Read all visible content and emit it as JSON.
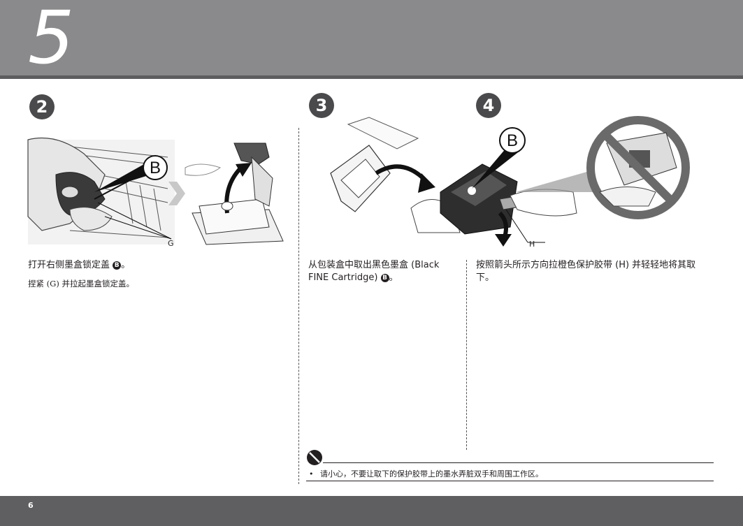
{
  "header": {
    "step_number": "5"
  },
  "steps": [
    {
      "badge": "2"
    },
    {
      "badge": "3"
    },
    {
      "badge": "4"
    }
  ],
  "illustration_labels": {
    "callout_b": "B",
    "label_g": "G",
    "label_h": "H"
  },
  "step2": {
    "text_main": "打开右侧墨盒锁定盖",
    "text_serif": "捏紧 (G) 并拉起墨盒锁定盖。"
  },
  "step3": {
    "text_line1": "从包装盒中取出黑色墨盒 (Black",
    "text_line2": "FINE Cartridge)"
  },
  "step4": {
    "text_line1": "按照箭头所示方向拉橙色保护胶带 (H) 并轻轻地将其取",
    "text_line2": "下。"
  },
  "circled_b": "B",
  "period": "。",
  "note": {
    "bullet": "•",
    "text": "请小心，不要让取下的保护胶带上的墨水弄脏双手和周围工作区。"
  },
  "footer": {
    "page_number": "6"
  }
}
